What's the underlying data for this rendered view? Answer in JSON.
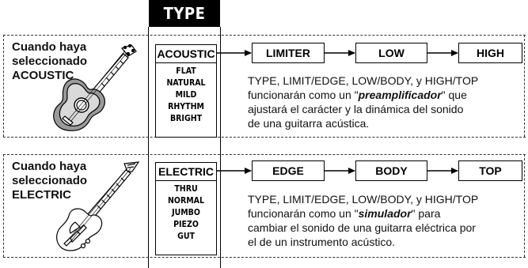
{
  "header": {
    "type_label": "TYPE"
  },
  "acoustic": {
    "label_line1": "Cuando haya",
    "label_line2": "seleccionado",
    "label_line3": "ACOUSTIC",
    "type_title": "ACOUSTIC",
    "options": [
      "FLAT",
      "NATURAL",
      "MILD",
      "RHYTHM",
      "BRIGHT"
    ],
    "flow": [
      "LIMITER",
      "LOW",
      "HIGH"
    ],
    "desc_line1": "TYPE, LIMIT/EDGE, LOW/BODY, y HIGH/TOP",
    "desc_line2_pre": "funcionarán como un \"",
    "desc_line2_em": "preamplificador",
    "desc_line2_post": "\" que",
    "desc_line3": "ajustará el carácter y la dinámica del sonido",
    "desc_line4": "de una guitarra acústica."
  },
  "electric": {
    "label_line1": "Cuando haya",
    "label_line2": "seleccionado",
    "label_line3": "ELECTRIC",
    "type_title": "ELECTRIC",
    "options": [
      "THRU",
      "NORMAL",
      "JUMBO",
      "PIEZO",
      "GUT"
    ],
    "flow": [
      "EDGE",
      "BODY",
      "TOP"
    ],
    "desc_line1": "TYPE, LIMIT/EDGE, LOW/BODY, y HIGH/TOP",
    "desc_line2_pre": "funcionarán como un \"",
    "desc_line2_em": "simulador",
    "desc_line2_post": "\" para",
    "desc_line3": "cambiar el sonido de una guitarra eléctrica por",
    "desc_line4": "el de un instrumento acústico."
  }
}
